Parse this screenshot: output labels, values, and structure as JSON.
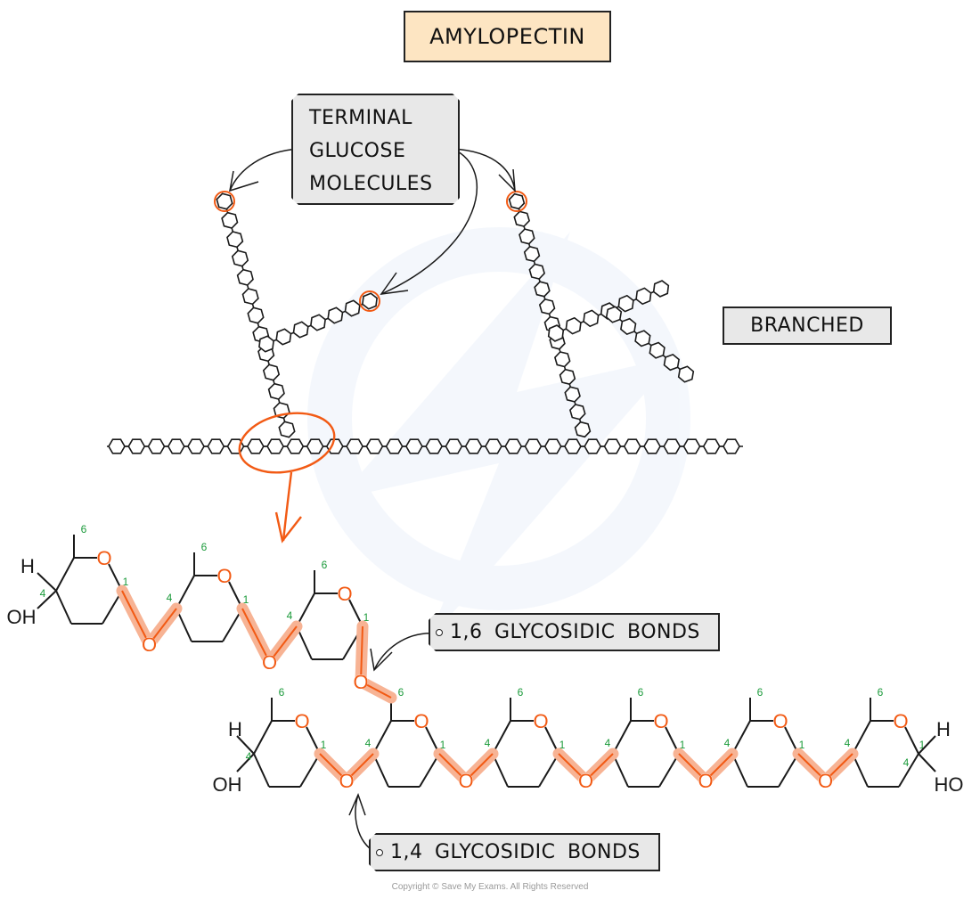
{
  "title": "AMYLOPECTIN",
  "labels": {
    "terminal": [
      "TERMINAL",
      "GLUCOSE",
      "MOLECULES"
    ],
    "branched": "BRANCHED",
    "bond_1_6": "1,6 GLYCOSIDIC BONDS",
    "bond_1_4": "1,4 GLYCOSIDIC BONDS"
  },
  "structure": {
    "ring_oxygen": "O",
    "hydrogen": "H",
    "hydroxyl_left": "OH",
    "hydroxyl_right": "HO",
    "carbon_numbers": {
      "c1": "1",
      "c4": "4",
      "c6": "6"
    },
    "upper_chain_rings": 3,
    "lower_chain_rings": 6
  },
  "colors": {
    "title_fill": "#fde5c2",
    "label_fill": "#e8e8e8",
    "accent_orange": "#f25a14",
    "bond_highlight": "#f7b394",
    "carbon_number_green": "#1a9a3a",
    "line": "#1a1a1a"
  },
  "copyright": "Copyright © Save My Exams. All Rights Reserved"
}
